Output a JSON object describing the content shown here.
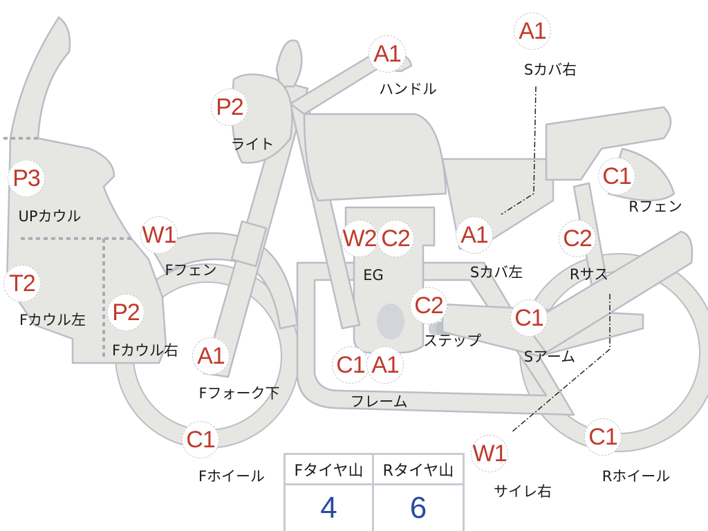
{
  "parts": [
    {
      "code": "P3",
      "label": "UPカウル"
    },
    {
      "code": "T2",
      "label": "Fカウル左"
    },
    {
      "code": "P2",
      "label": "Fカウル右"
    },
    {
      "code": "W1",
      "label": "Fフェン"
    },
    {
      "code": "P2",
      "label": "ライト"
    },
    {
      "code": "A1",
      "label": "ハンドル"
    },
    {
      "code": "A1",
      "label": "Sカバ右"
    },
    {
      "code": "C1",
      "label": "Rフェン"
    },
    {
      "code": "A1",
      "label": "Sカバ左"
    },
    {
      "code": "C2",
      "label": "Rサス"
    },
    {
      "code": "W2",
      "code2": "C2",
      "label": "EG"
    },
    {
      "code": "C2",
      "label": "ステップ"
    },
    {
      "code": "C1",
      "label": "Sアーム"
    },
    {
      "code": "C1",
      "code2": "A1",
      "label": "フレーム"
    },
    {
      "code": "A1",
      "label": "Fフォーク下"
    },
    {
      "code": "C1",
      "label": "Fホイール"
    },
    {
      "code": "W1",
      "label": "サイレ右"
    },
    {
      "code": "C1",
      "label": "Rホイール"
    }
  ],
  "tire_table": {
    "front_header": "Fタイヤ山",
    "rear_header": "Rタイヤ山",
    "front_value": "4",
    "rear_value": "6"
  },
  "colors": {
    "code": "#c0392b",
    "value": "#2a4aa0",
    "body": "#e6e6e3"
  }
}
